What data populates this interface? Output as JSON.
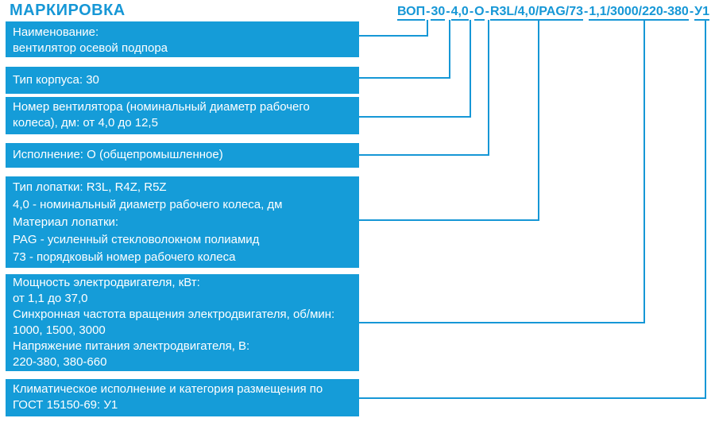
{
  "title": "МАРКИРОВКА",
  "colors": {
    "accent": "#1697d6",
    "box_fill": "#159cd8",
    "box_text": "#ffffff",
    "background": "#ffffff"
  },
  "code": {
    "separator": "-",
    "full": "ВОП-30-4,0-О-R3L/4,0/PAG/73-1,1/3000/220-380-У1",
    "segments": [
      "ВОП",
      "30",
      "4,0",
      "О",
      "R3L/4,0/PAG/73",
      "1,1/3000/220-380",
      "У1"
    ]
  },
  "callouts": [
    {
      "label": "name",
      "lines": [
        "Наименование:",
        "вентилятор осевой подпора"
      ]
    },
    {
      "label": "housing-type",
      "lines": [
        "Тип корпуса: 30"
      ]
    },
    {
      "label": "fan-number",
      "lines": [
        "Номер вентилятора (номинальный диаметр рабочего",
        "колеса), дм: от 4,0 до 12,5"
      ]
    },
    {
      "label": "version",
      "lines": [
        "Исполнение: О (общепромышленное)"
      ]
    },
    {
      "label": "blade",
      "lines": [
        "Тип лопатки: R3L, R4Z, R5Z",
        "4,0 - номинальный диаметр рабочего колеса, дм",
        "Материал лопатки:",
        "PAG - усиленный стекловолокном полиамид",
        "73 - порядковый номер рабочего колеса"
      ]
    },
    {
      "label": "motor",
      "lines": [
        "Мощность электродвигателя, кВт:",
        "от 1,1 до 37,0",
        "Синхронная частота вращения электродвигателя, об/мин:",
        "1000, 1500, 3000",
        "Напряжение питания электродвигателя, В:",
        "220-380, 380-660"
      ]
    },
    {
      "label": "climatic",
      "lines": [
        "Климатическое исполнение и категория размещения по",
        "ГОСТ 15150-69: У1"
      ]
    }
  ]
}
